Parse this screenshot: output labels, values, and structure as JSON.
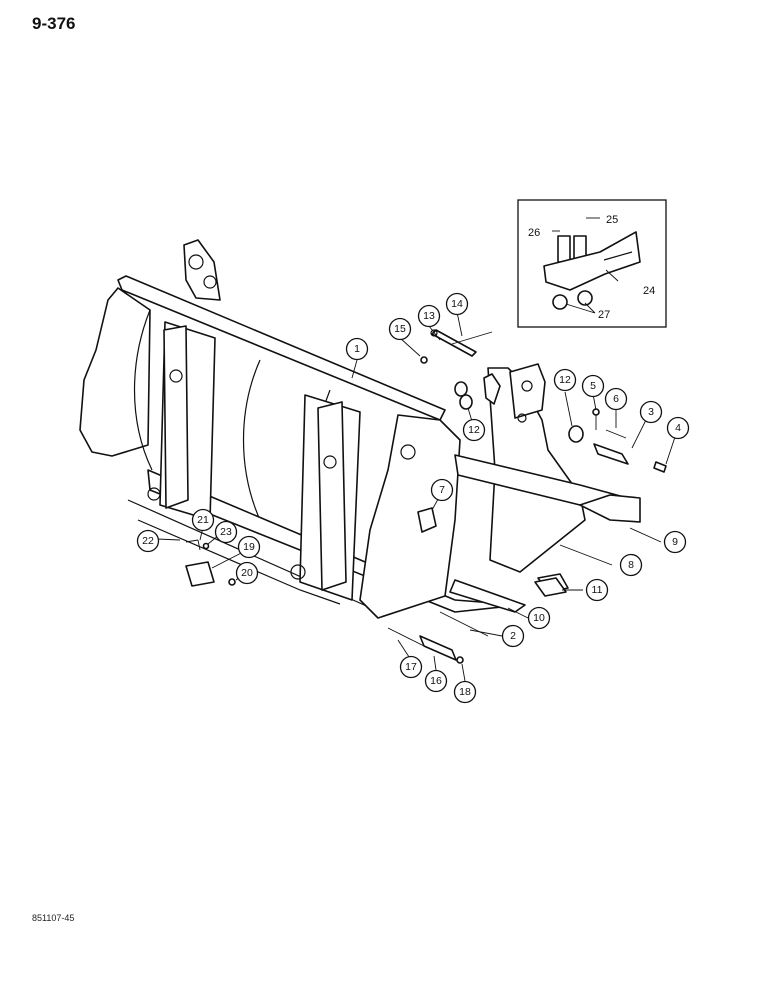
{
  "page_number": "9-376",
  "footer_code": "851107-45",
  "callouts": {
    "c1": "1",
    "c2": "2",
    "c3": "3",
    "c4": "4",
    "c5": "5",
    "c6": "6",
    "c7": "7",
    "c8": "8",
    "c9": "9",
    "c10": "10",
    "c11": "11",
    "c12a": "12",
    "c12b": "12",
    "c13": "13",
    "c14": "14",
    "c15": "15",
    "c16": "16",
    "c17": "17",
    "c18": "18",
    "c19": "19",
    "c20": "20",
    "c21": "21",
    "c22": "22",
    "c23": "23",
    "c24": "24",
    "c27": "27"
  },
  "inset_labels": {
    "l25": "25",
    "l26": "26"
  }
}
